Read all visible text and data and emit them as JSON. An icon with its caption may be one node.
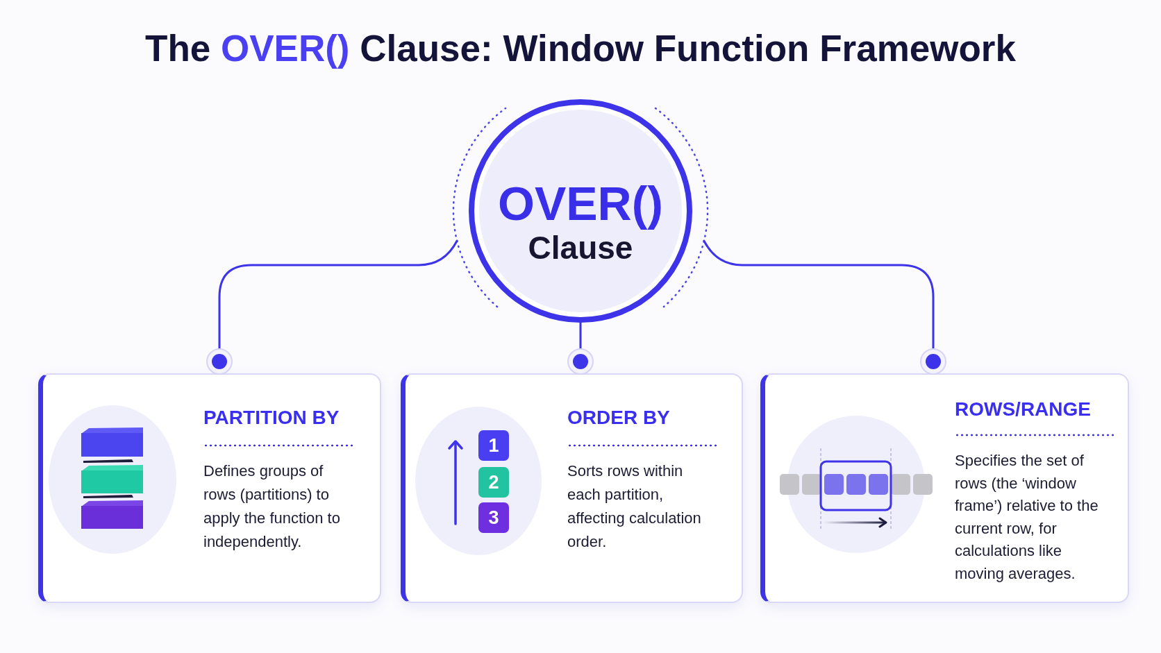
{
  "diagram": {
    "title": "The **OVER()** Clause: Window Function Framework",
    "nodes": [
      {
        "text": [
          "OVER()",
          "Clause"
        ]
      },
      {
        "text": [
          "PARTITION BY",
          "Defines groups of rows (partitions) to apply the function to independently."
        ]
      },
      {
        "text": [
          "ORDER BY",
          "Sorts rows within each partition, affecting calculation order."
        ]
      },
      {
        "text": [
          "ROWS/RANGE",
          "Specifies the set of rows (the ‘window frame’) relative to the current row, for calculations like moving averages."
        ]
      },
      {
        "text": [
          "1"
        ],
        "in": 2
      },
      {
        "text": [
          "2"
        ],
        "in": 2
      },
      {
        "text": [
          "3"
        ],
        "in": 2
      }
    ],
    "edges": [
      {
        "from": 0,
        "to": 1,
        "arrow": "other"
      },
      {
        "from": 0,
        "to": 2,
        "arrow": "other"
      },
      {
        "from": 0,
        "to": 3,
        "arrow": "other"
      }
    ]
  }
}
